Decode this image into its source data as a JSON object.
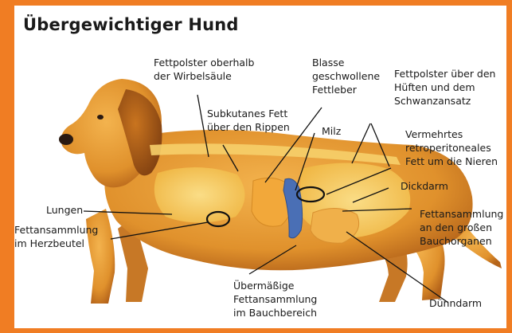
{
  "title": "Übergewichtiger Hund",
  "labels": {
    "fat_spine": [
      "Fettpolster oberhalb",
      "der Wirbelsäule"
    ],
    "fat_liver": [
      "Blasse",
      "geschwollene",
      "Fettleber"
    ],
    "fat_hips": [
      "Fettpolster über den",
      "Hüften und dem",
      "Schwanzansatz"
    ],
    "subcutaneous": [
      "Subkutanes Fett",
      "über den Rippen"
    ],
    "spleen": [
      "Milz"
    ],
    "retroperitoneal": [
      "Vermehrtes",
      "retroperitoneales",
      "Fett um die Nieren"
    ],
    "colon": [
      "Dickdarm"
    ],
    "lungs": [
      "Lungen"
    ],
    "abdominal_organs": [
      "Fettansammlung",
      "an den großen",
      "Bauchorganen"
    ],
    "pericardium": [
      "Fettansammlung",
      "im Herzbeutel"
    ],
    "belly": [
      "Übermäßige",
      "Fettansammlung",
      "im Bauchbereich"
    ],
    "small_intestine": [
      "Dünndarm"
    ]
  },
  "colors": {
    "border": "#f07d23",
    "fur": "#e8992f",
    "organs": "#f5c04a",
    "spleen": "#4a6fb5",
    "leader_lines": "#111111"
  }
}
